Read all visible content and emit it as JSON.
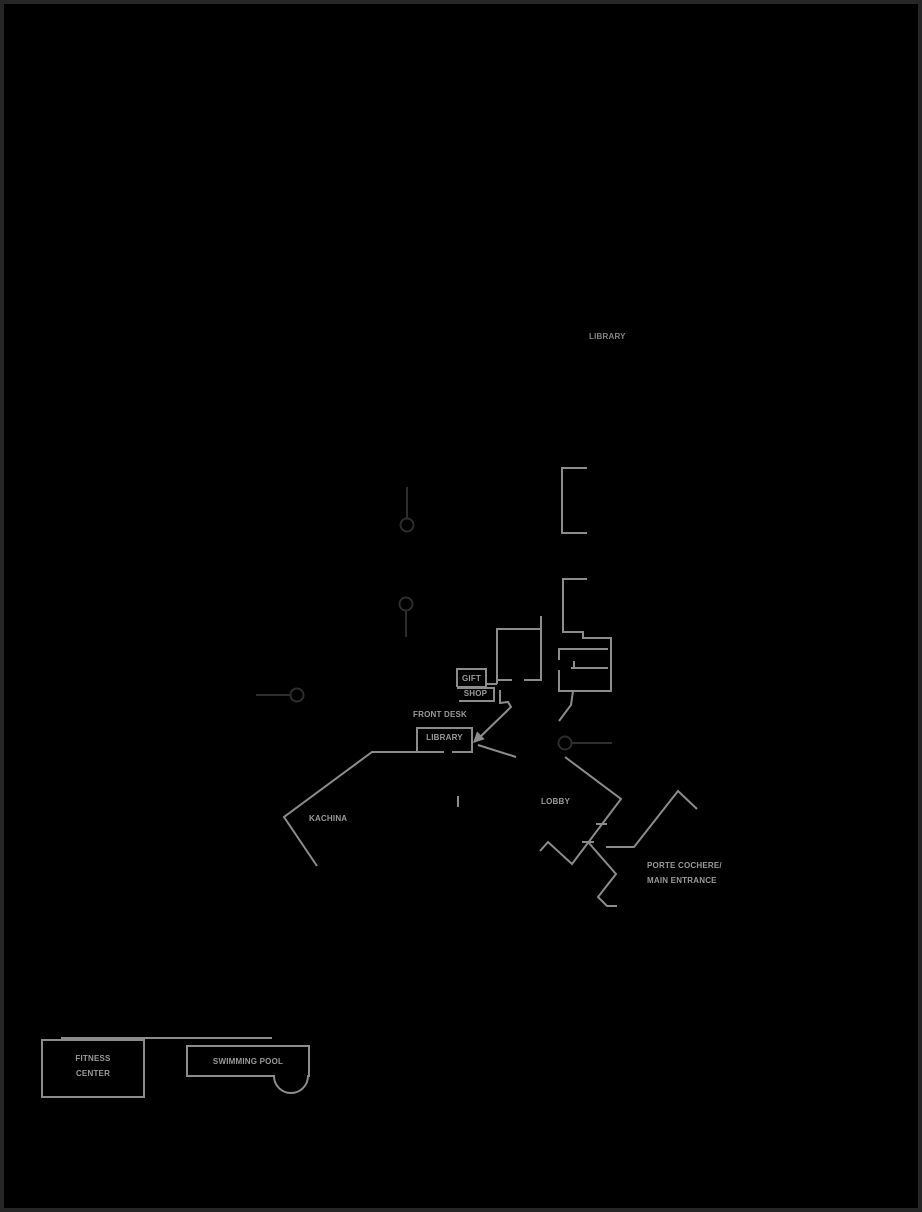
{
  "map": {
    "title_hint": "resort-site-map",
    "labels": {
      "library_upper": "LIBRARY",
      "gift_line1": "GIFT",
      "gift_line2": "SHOP",
      "front_desk": "FRONT DESK",
      "library_box": "LIBRARY",
      "kachina": "KACHINA",
      "lobby": "LOBBY",
      "porte_line1": "PORTE COCHERE/",
      "porte_line2": "MAIN ENTRANCE",
      "fitness_line1": "FITNESS",
      "fitness_line2": "CENTER",
      "swimming_pool": "SWIMMING POOL"
    },
    "colors": {
      "background": "#000000",
      "building_line": "#8c8c8c",
      "marker_line": "#2d2d2d",
      "text": "#9a9a9a",
      "border": "#262626"
    },
    "icons": [
      "circle-marker-icon",
      "direction-arrow-icon"
    ]
  }
}
